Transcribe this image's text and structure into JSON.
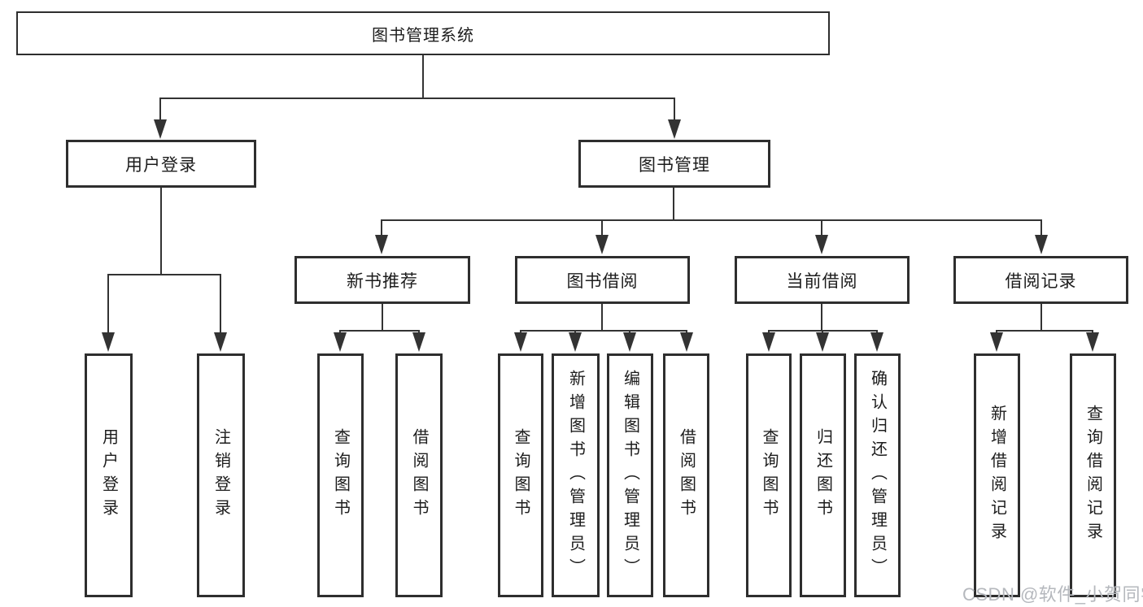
{
  "colors": {
    "background": "#ffffff",
    "line": "#333333",
    "box_border": "#2e2e2e",
    "text": "#1c1c1c",
    "watermark": "#b5b8bd"
  },
  "watermark": {
    "text": "CSDN @软件_小贺同学"
  },
  "tree": {
    "root": {
      "label": "图书管理系统"
    },
    "branches": [
      {
        "label": "用户登录",
        "children": [
          {
            "label": "用户登录"
          },
          {
            "label": "注销登录"
          }
        ]
      },
      {
        "label": "图书管理",
        "children": [
          {
            "label": "新书推荐",
            "children": [
              {
                "label": "查询图书"
              },
              {
                "label": "借阅图书"
              }
            ]
          },
          {
            "label": "图书借阅",
            "children": [
              {
                "label": "查询图书"
              },
              {
                "label": "新增图书（管理员）"
              },
              {
                "label": "编辑图书（管理员）"
              },
              {
                "label": "借阅图书"
              }
            ]
          },
          {
            "label": "当前借阅",
            "children": [
              {
                "label": "查询图书"
              },
              {
                "label": "归还图书"
              },
              {
                "label": "确认归还（管理员）"
              }
            ]
          },
          {
            "label": "借阅记录",
            "children": [
              {
                "label": "新增借阅记录"
              },
              {
                "label": "查询借阅记录"
              }
            ]
          }
        ]
      }
    ]
  }
}
